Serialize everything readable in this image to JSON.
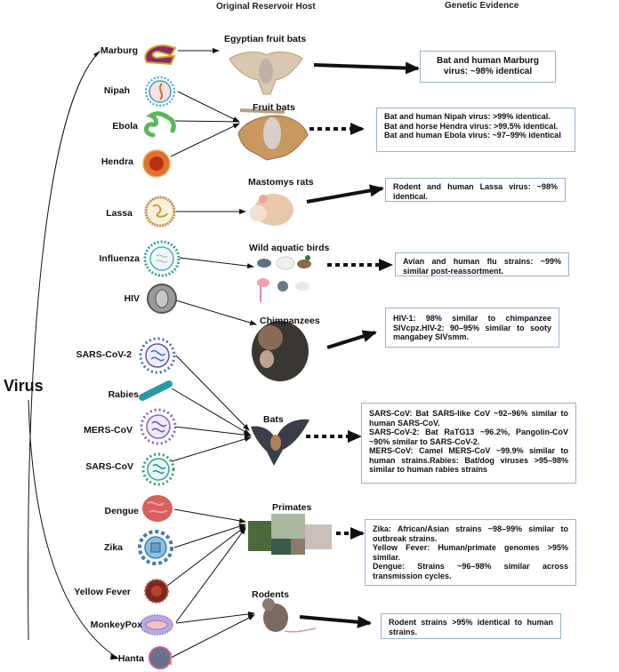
{
  "headers": {
    "host": "Original Reservoir Host",
    "evidence": "Genetic Evidence"
  },
  "root_label": "Virus",
  "viruses": [
    {
      "name": "Marburg"
    },
    {
      "name": "Nipah"
    },
    {
      "name": "Ebola"
    },
    {
      "name": "Hendra"
    },
    {
      "name": "Lassa"
    },
    {
      "name": "Influenza"
    },
    {
      "name": "HIV"
    },
    {
      "name": "SARS-CoV-2"
    },
    {
      "name": "Rabies"
    },
    {
      "name": "MERS-CoV"
    },
    {
      "name": "SARS-CoV"
    },
    {
      "name": "Dengue"
    },
    {
      "name": "Zika"
    },
    {
      "name": "Yellow Fever"
    },
    {
      "name": "MonkeyPox"
    },
    {
      "name": "Hanta"
    }
  ],
  "hosts": [
    {
      "name": "Egyptian fruit bats",
      "icon": "bat-icon"
    },
    {
      "name": "Fruit bats",
      "icon": "hanging-bat-icon"
    },
    {
      "name": "Mastomys rats",
      "icon": "rat-icon"
    },
    {
      "name": "Wild aquatic birds",
      "icon": "birds-icon"
    },
    {
      "name": "Chimpanzees",
      "icon": "chimpanzee-icon"
    },
    {
      "name": "Bats",
      "icon": "flying-bat-icon"
    },
    {
      "name": "Primates",
      "icon": "primates-icon"
    },
    {
      "name": "Rodents",
      "icon": "rodent-icon"
    }
  ],
  "evidence": [
    {
      "lines": [
        "Bat and human Marburg virus: ~98% identical"
      ]
    },
    {
      "lines": [
        "Bat and human Nipah virus: >99% identical.",
        "Bat and horse Hendra virus: >99.5% identical.",
        "Bat and human Ebola virus: ~97–99% identical"
      ]
    },
    {
      "lines": [
        "Rodent and human Lassa virus: ~98% identical."
      ]
    },
    {
      "lines": [
        "Avian and human flu strains: ~99% similar post-reassortment."
      ]
    },
    {
      "lines": [
        "HIV-1: 98% similar to chimpanzee SIVcpz.HIV-2: 90–95% similar to sooty mangabey SIVsmm."
      ]
    },
    {
      "lines": [
        "SARS-CoV: Bat SARS-like CoV ~92–96% similar to human SARS-CoV.",
        "SARS-CoV-2: Bat RaTG13 ~96.2%, Pangolin-CoV ~90% similar to SARS-CoV-2.",
        "MERS-CoV: Camel MERS-CoV ~99.9% similar to human strains.Rabies: Bat/dog viruses >95–98% similar to human rabies strains"
      ]
    },
    {
      "lines": [
        "Zika: African/Asian strains ~98–99% similar to outbreak strains.",
        "Yellow Fever: Human/primate genomes >95% similar.",
        "Dengue: Strains ~96–98% similar across transmission cycles."
      ]
    },
    {
      "lines": [
        "Rodent strains >95% identical to human strains."
      ]
    }
  ],
  "colors": {
    "box_border": "#9ab0d6",
    "arrow": "#111111"
  }
}
